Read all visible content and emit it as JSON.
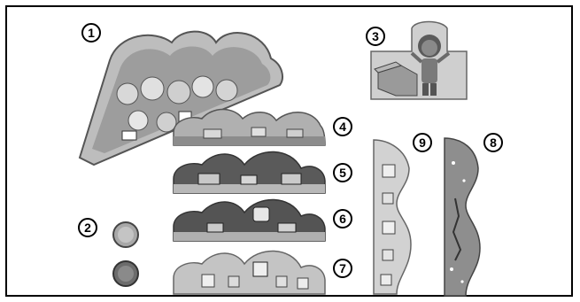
{
  "callouts": {
    "c1": "1",
    "c2": "2",
    "c3": "3",
    "c4": "4",
    "c5": "5",
    "c6": "6",
    "c7": "7",
    "c8": "8",
    "c9": "9"
  },
  "colors": {
    "frame": "#000000",
    "light_gray": "#c9c9c9",
    "mid_gray": "#9a9a9a",
    "dark_gray": "#6e6e6e",
    "outline": "#3a3a3a"
  }
}
